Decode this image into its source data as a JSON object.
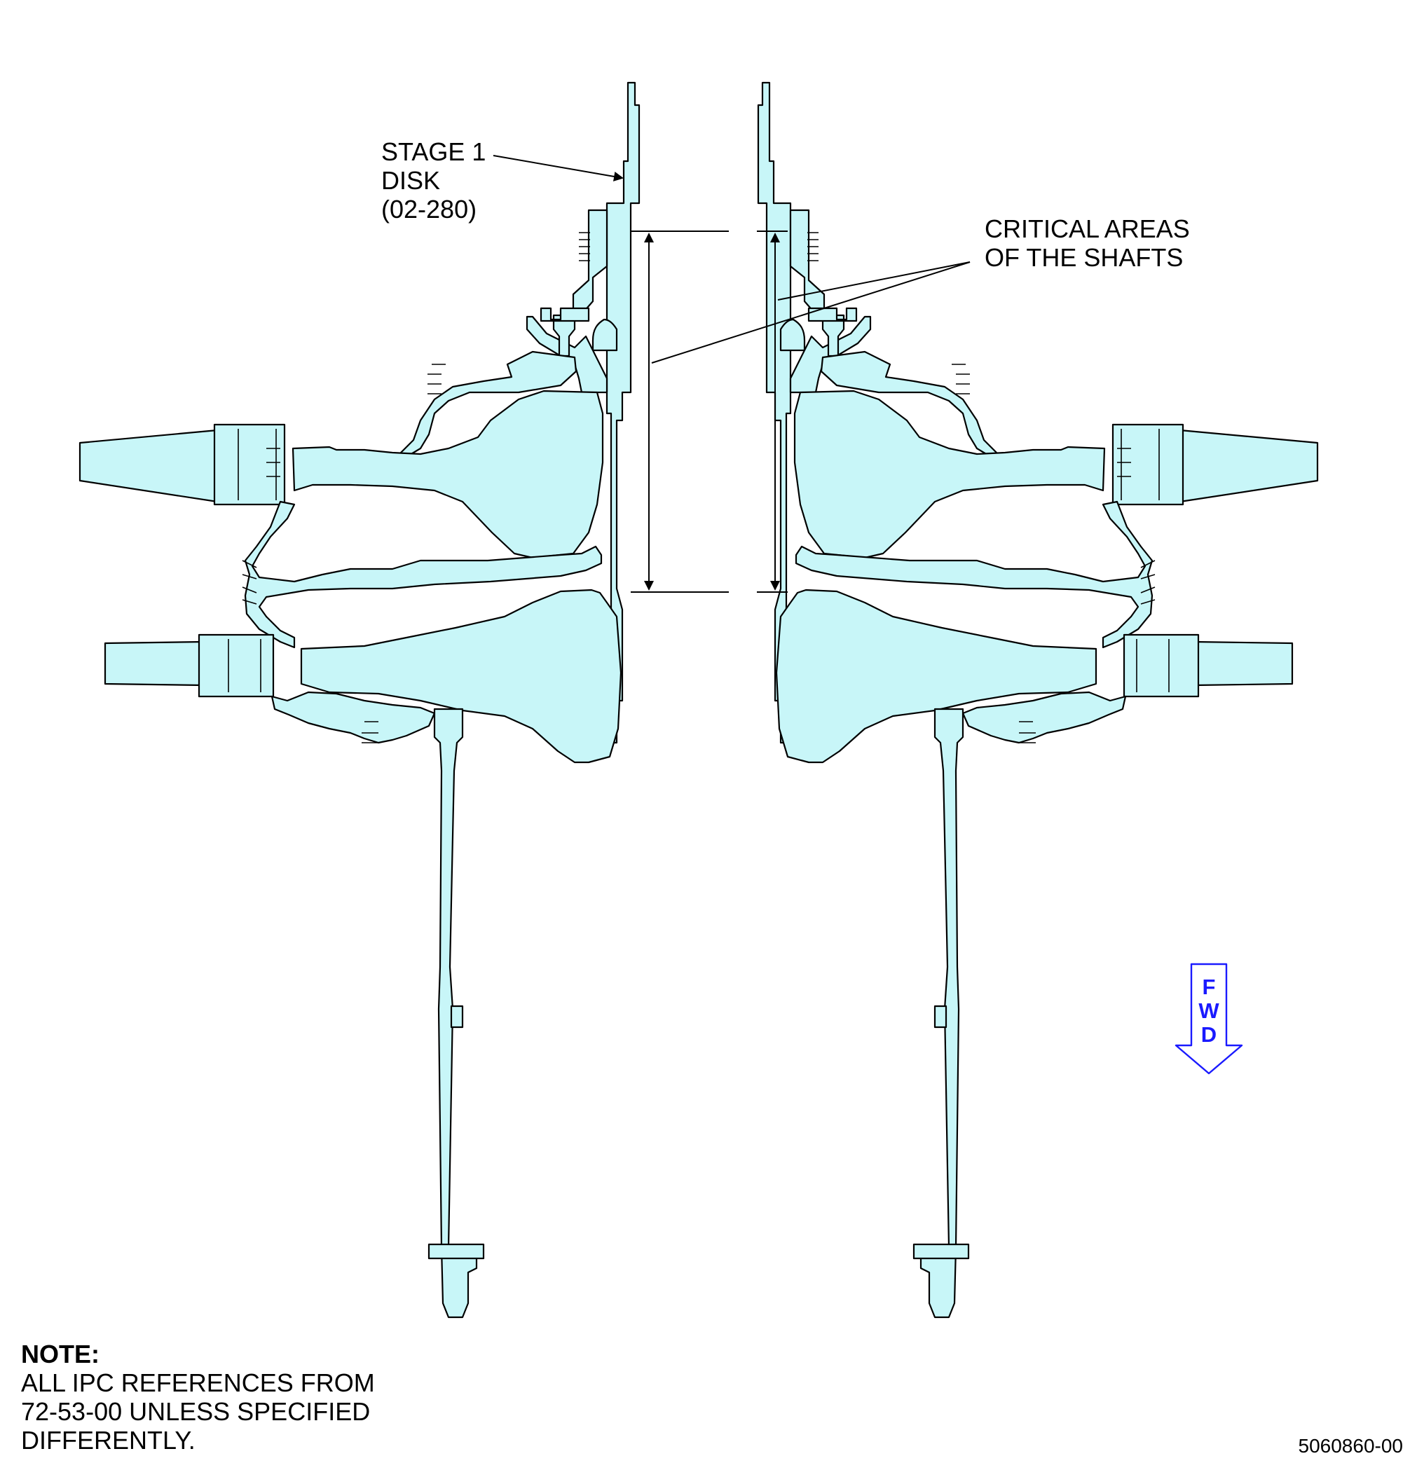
{
  "labels": {
    "stage_disk": [
      "STAGE 1",
      "DISK",
      "(02-280)"
    ],
    "critical_areas": [
      "CRITICAL AREAS",
      "OF THE SHAFTS"
    ]
  },
  "note": {
    "title": "NOTE:",
    "lines": [
      "ALL IPC REFERENCES FROM",
      "72-53-00 UNLESS SPECIFIED",
      "DIFFERENTLY."
    ]
  },
  "fwd_indicator": {
    "letters": [
      "F",
      "W",
      "D"
    ],
    "color": "#1a1aff",
    "direction": "down"
  },
  "document_number": "5060860-00",
  "colors": {
    "part_fill": "#c8f6f8",
    "outline": "#000000"
  }
}
